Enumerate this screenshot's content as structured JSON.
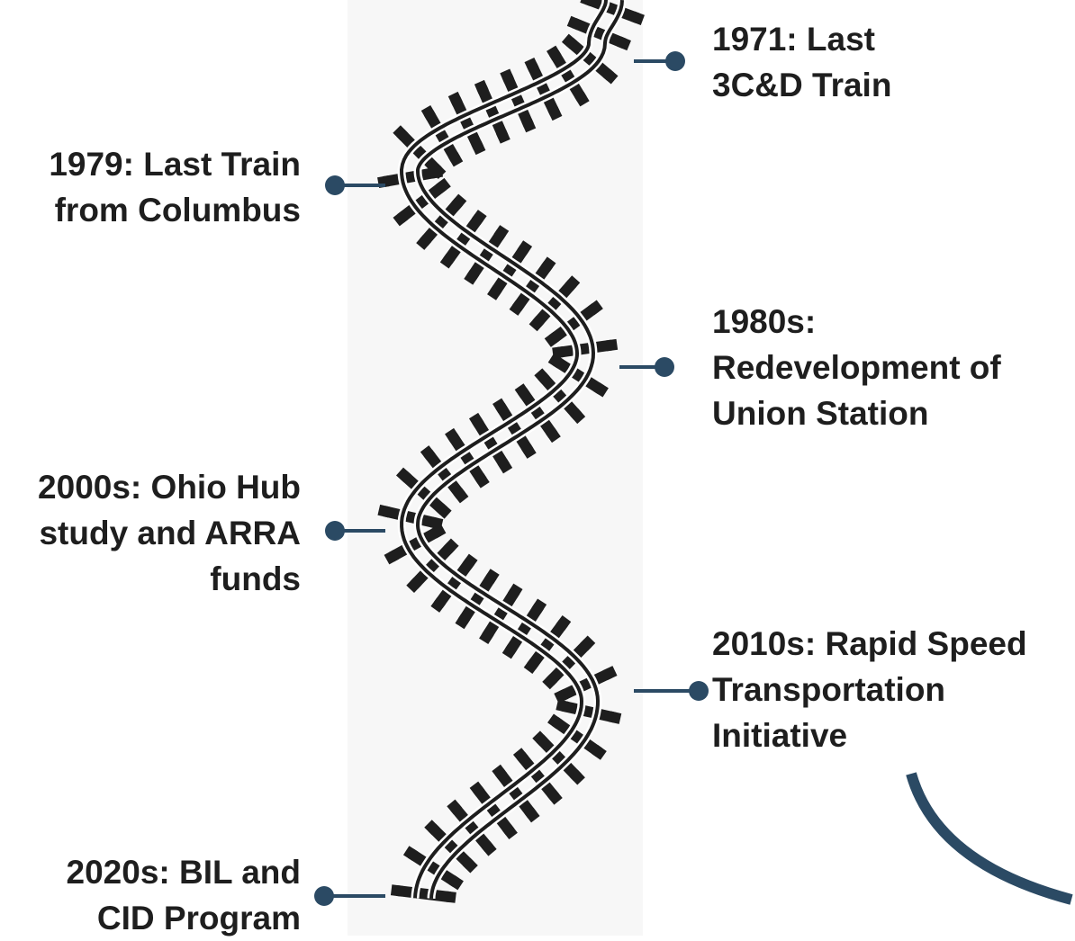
{
  "palette": {
    "ink": "#1e1e1e",
    "connector": "#2b4a64",
    "panel": "#f7f7f7"
  },
  "milestones": [
    {
      "side": "right",
      "lines": [
        "1971: Last",
        "3C&D Train"
      ]
    },
    {
      "side": "left",
      "lines": [
        "1979: Last Train",
        "from Columbus"
      ]
    },
    {
      "side": "right",
      "lines": [
        "1980s:",
        "Redevelopment of",
        "Union Station"
      ]
    },
    {
      "side": "left",
      "lines": [
        "2000s: Ohio Hub",
        "study and ARRA",
        "funds"
      ]
    },
    {
      "side": "right",
      "lines": [
        "2010s: Rapid Speed",
        "Transportation",
        "Initiative"
      ]
    },
    {
      "side": "left",
      "lines": [
        "2020s: BIL and",
        "CID Program"
      ]
    }
  ],
  "decorations": {
    "track_icon": "railroad-track-icon",
    "arc_icon": "curved-arrow-icon"
  }
}
